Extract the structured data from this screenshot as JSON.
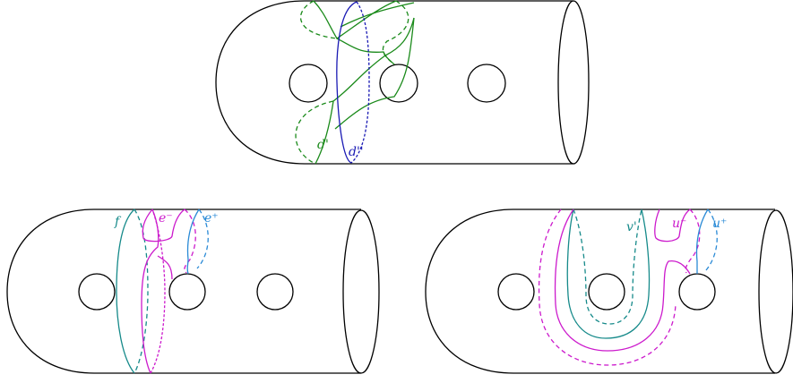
{
  "colors": {
    "outline": "#000000",
    "green": "#1a8a1a",
    "blue": "#1a1ab4",
    "teal": "#168a8a",
    "magenta": "#cc1acc",
    "light_blue": "#2a8ad6"
  },
  "surfaces": [
    {
      "id": "top",
      "labels": {
        "d_prime": "d'",
        "d_double_prime": "d''"
      }
    },
    {
      "id": "bottom-left",
      "labels": {
        "f": "f",
        "e_minus": "e⁻",
        "e_plus": "e⁺"
      }
    },
    {
      "id": "bottom-right",
      "labels": {
        "v_prime": "v'",
        "u_minus": "u⁻",
        "u_plus": "u⁺"
      }
    }
  ]
}
